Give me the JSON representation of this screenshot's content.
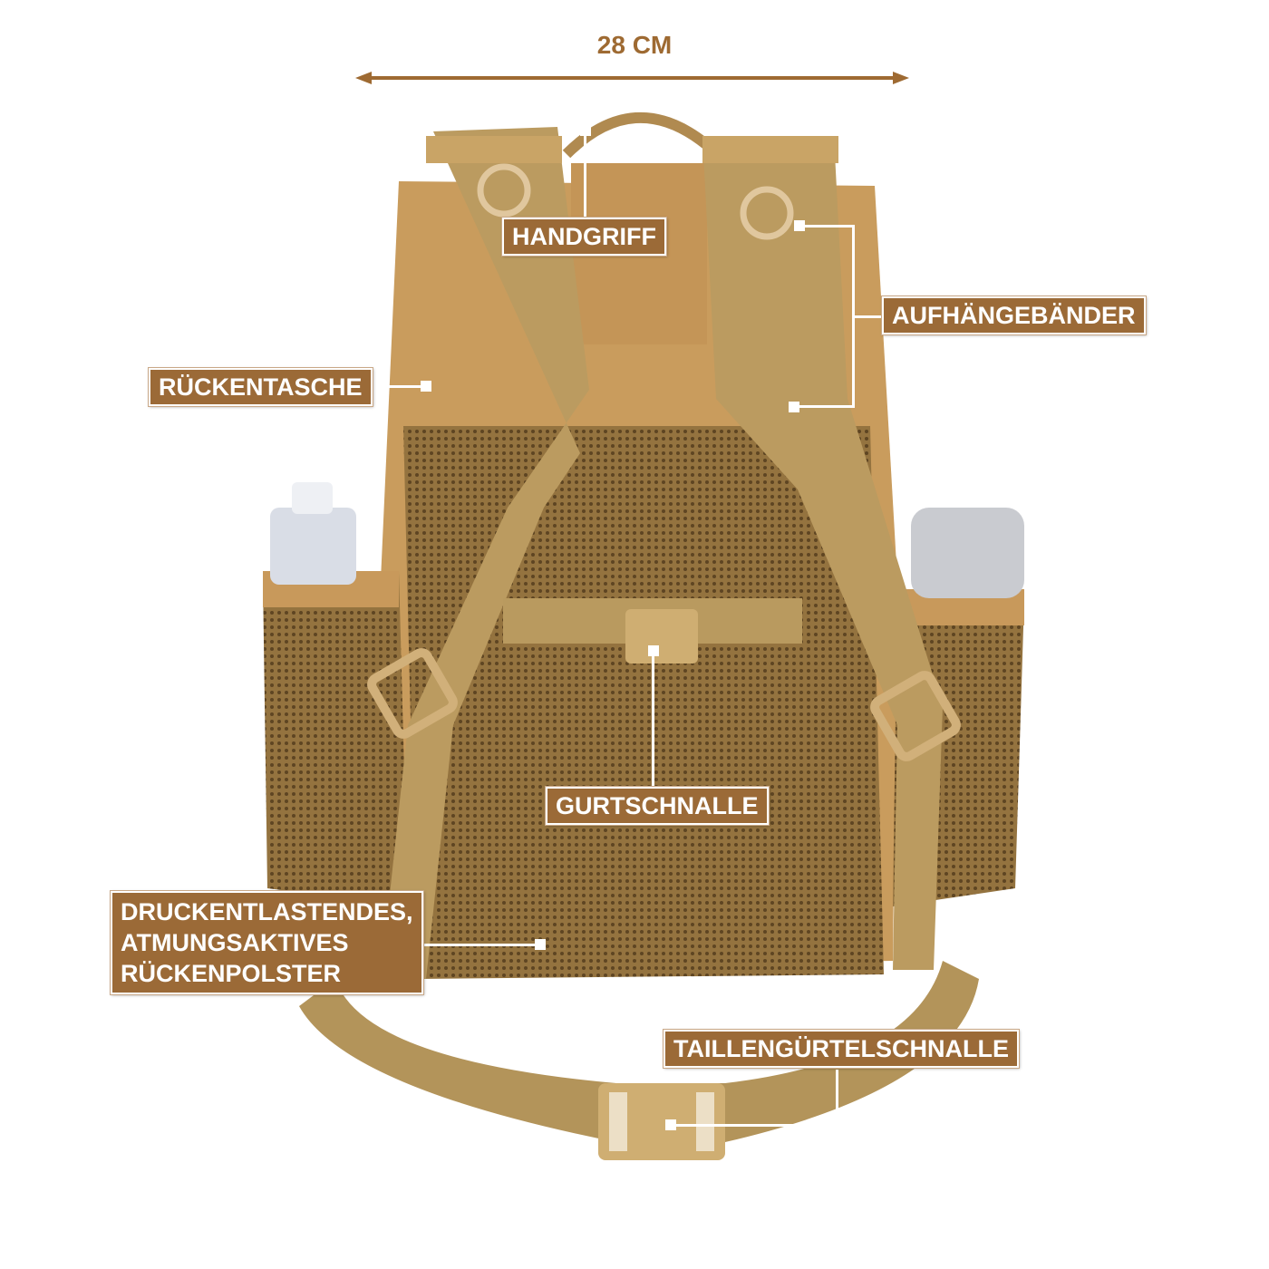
{
  "dimension": {
    "label": "28 CM"
  },
  "labels": {
    "handgriff": "HANDGRIFF",
    "aufhaengebaender": "AUFHÄNGEBÄNDER",
    "rueckentasche": "RÜCKENTASCHE",
    "gurtschnalle": "GURTSCHNALLE",
    "rueckenpolster": [
      "DRUCKENTLASTENDES,",
      "ATMUNGSAKTIVES",
      "RÜCKENPOLSTER"
    ],
    "taillenguertelschnalle": "TAILLENGÜRTELSCHNALLE"
  },
  "colors": {
    "accent": "#9b6a37",
    "fabric": "#c79a5a",
    "mesh": "#8a6a3a",
    "strap": "#b8995e"
  }
}
